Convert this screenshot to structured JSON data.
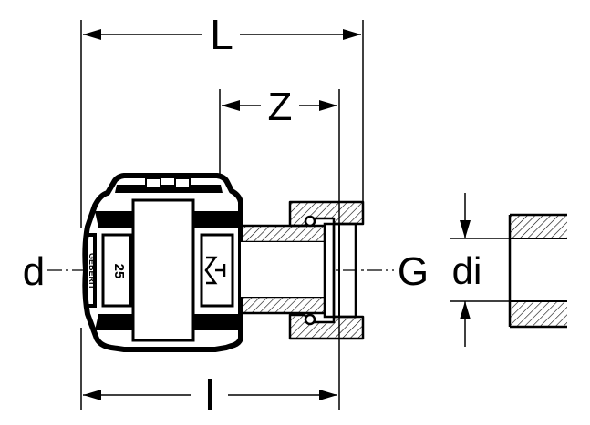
{
  "diagram": {
    "colors": {
      "ink": "#000000",
      "paper": "#ffffff",
      "hatch": "#000000"
    },
    "dimensions": {
      "overall_length": "L",
      "insertion_depth": "Z",
      "body_length": "l",
      "pipe_outer_diameter": "d",
      "thread_size": "G",
      "inner_diameter": "di"
    },
    "fitting_markings": {
      "size": "25",
      "brand": "GEBERIT"
    }
  }
}
